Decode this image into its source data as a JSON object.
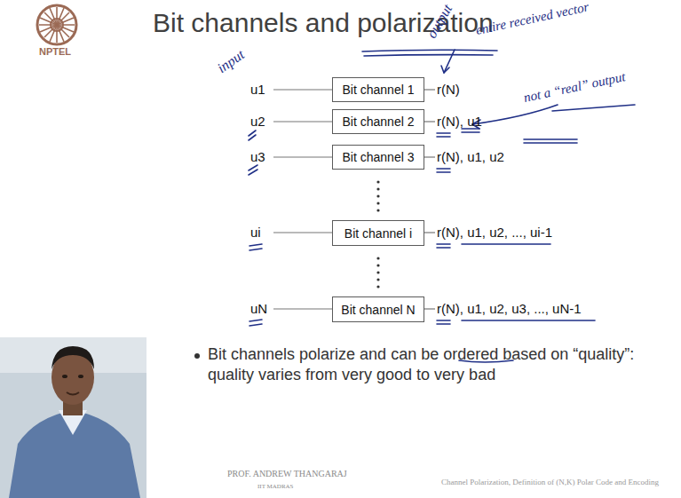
{
  "diagram": {
    "title": "Bit channels and polarization",
    "nodes": [
      {
        "text": [
          "Bit channel 1"
        ]
      },
      {
        "text": [
          "Bit channel 2"
        ]
      },
      {
        "text": [
          "Bit channel 3"
        ]
      },
      {
        "text": [
          "Bit channel i"
        ]
      },
      {
        "text": [
          "Bit channel N"
        ]
      }
    ],
    "labels": [
      "NPTEL",
      "input",
      "output",
      "entire received vector",
      "not a “real” output",
      "u1",
      "u2",
      "u3",
      "ui",
      "uN",
      "r(N)",
      "r(N), u1",
      "r(N), u1, u2",
      "r(N), u1, u2, ..., ui-1",
      "r(N), u1, u2, u3, ..., uN-1",
      "Bit channels polarize and can be ordered based on “quality”: quality varies from very good to very bad",
      "PROF. ANDREW THANGARAJ",
      "IIT MADRAS",
      "Channel Polarization, Definition of (N,K) Polar Code and Encoding"
    ]
  }
}
